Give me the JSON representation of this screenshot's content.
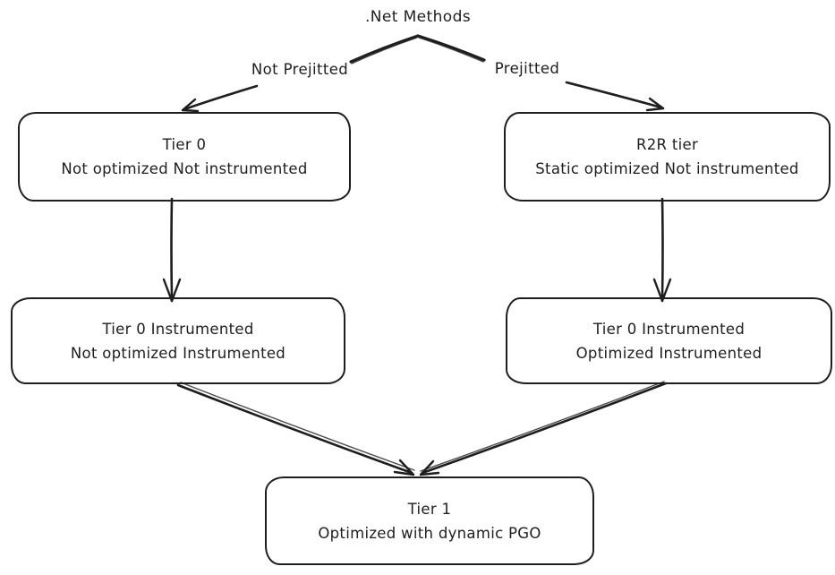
{
  "diagram": {
    "title": ".Net Methods",
    "branch_labels": {
      "left": "Not Prejitted",
      "right": "Prejitted"
    },
    "nodes": [
      {
        "id": "tier0",
        "title": "Tier 0",
        "subtitle": "Not optimized Not instrumented"
      },
      {
        "id": "r2r-tier",
        "title": "R2R tier",
        "subtitle": "Static optimized Not instrumented"
      },
      {
        "id": "tier0-instrumented",
        "title": "Tier 0 Instrumented",
        "subtitle": "Not optimized Instrumented"
      },
      {
        "id": "tier0-instrumented-optimized",
        "title": "Tier 0 Instrumented",
        "subtitle": "Optimized Instrumented"
      },
      {
        "id": "tier1",
        "title": "Tier 1",
        "subtitle": "Optimized with dynamic PGO"
      }
    ],
    "edges": [
      {
        "from": ".Net Methods",
        "to": "Tier 0",
        "label": "Not Prejitted"
      },
      {
        "from": ".Net Methods",
        "to": "R2R tier",
        "label": "Prejitted"
      },
      {
        "from": "Tier 0",
        "to": "Tier 0 Instrumented",
        "label": ""
      },
      {
        "from": "R2R tier",
        "to": "Tier 0 Instrumented (Optimized)",
        "label": ""
      },
      {
        "from": "Tier 0 Instrumented",
        "to": "Tier 1",
        "label": ""
      },
      {
        "from": "Tier 0 Instrumented (Optimized)",
        "to": "Tier 1",
        "label": ""
      }
    ],
    "colors": {
      "stroke": "#1e1e1e",
      "background": "#ffffff"
    }
  }
}
